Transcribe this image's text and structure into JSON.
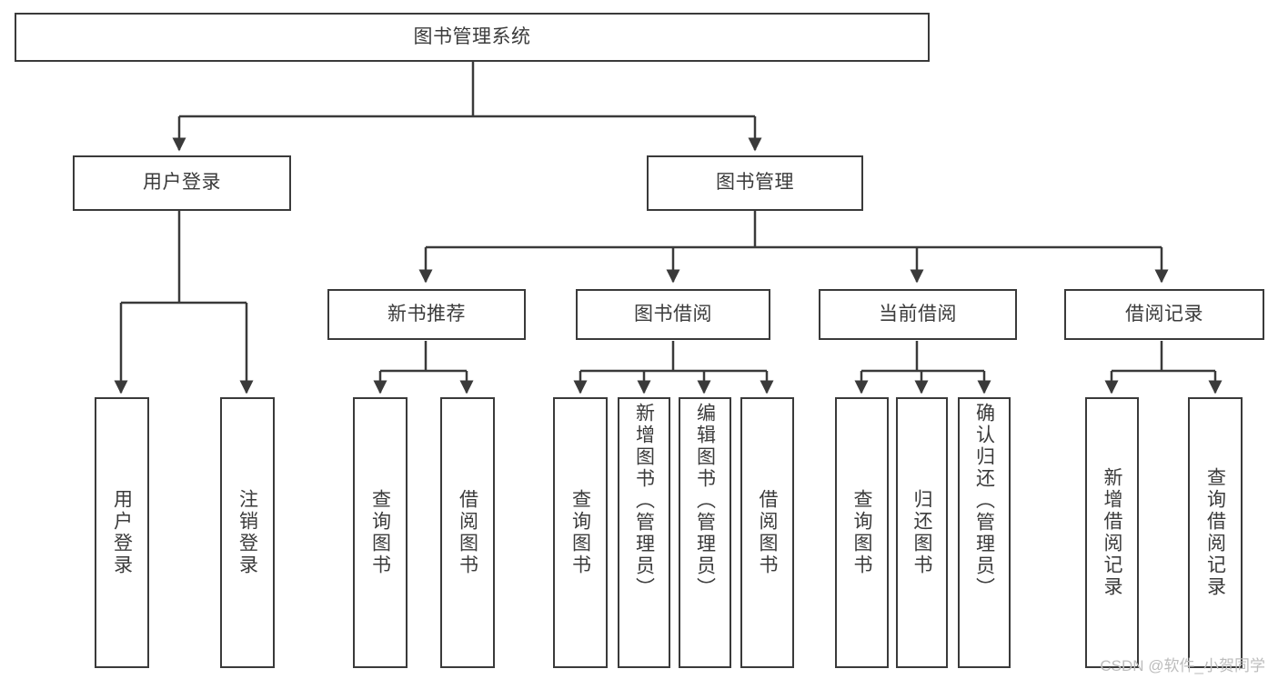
{
  "diagram": {
    "type": "tree",
    "title": "图书管理系统",
    "orientation": "top-down",
    "colors": {
      "background": "#ffffff",
      "node_border": "#3a3a3a",
      "node_fill": "#ffffff",
      "text": "#3b3b3b",
      "edge": "#3a3a3a",
      "watermark": "#bdbdbd"
    },
    "watermark": "CSDN @软件_小贺同学",
    "nodes": {
      "root": {
        "label": "图书管理系统"
      },
      "level2": [
        {
          "id": "user-login",
          "label": "用户登录"
        },
        {
          "id": "book-manage",
          "label": "图书管理"
        }
      ],
      "level3": [
        {
          "id": "new-book-rec",
          "label": "新书推荐"
        },
        {
          "id": "book-borrow",
          "label": "图书借阅"
        },
        {
          "id": "current-borrow",
          "label": "当前借阅"
        },
        {
          "id": "borrow-record",
          "label": "借阅记录"
        }
      ],
      "leaves": [
        {
          "id": "leaf-user-login",
          "label": "用户登录",
          "parent": "user-login"
        },
        {
          "id": "leaf-logout",
          "label": "注销登录",
          "parent": "user-login"
        },
        {
          "id": "leaf-query-book-1",
          "label": "查询图书",
          "parent": "new-book-rec"
        },
        {
          "id": "leaf-borrow-book-1",
          "label": "借阅图书",
          "parent": "new-book-rec"
        },
        {
          "id": "leaf-query-book-2",
          "label": "查询图书",
          "parent": "book-borrow"
        },
        {
          "id": "leaf-add-book",
          "label": "新增图书（管理员）",
          "parent": "book-borrow"
        },
        {
          "id": "leaf-edit-book",
          "label": "编辑图书（管理员）",
          "parent": "book-borrow"
        },
        {
          "id": "leaf-borrow-book-2",
          "label": "借阅图书",
          "parent": "book-borrow"
        },
        {
          "id": "leaf-query-book-3",
          "label": "查询图书",
          "parent": "current-borrow"
        },
        {
          "id": "leaf-return-book",
          "label": "归还图书",
          "parent": "current-borrow"
        },
        {
          "id": "leaf-confirm-return",
          "label": "确认归还（管理员）",
          "parent": "current-borrow"
        },
        {
          "id": "leaf-add-record",
          "label": "新增借阅记录",
          "parent": "borrow-record"
        },
        {
          "id": "leaf-query-record",
          "label": "查询借阅记录",
          "parent": "borrow-record"
        }
      ]
    }
  }
}
